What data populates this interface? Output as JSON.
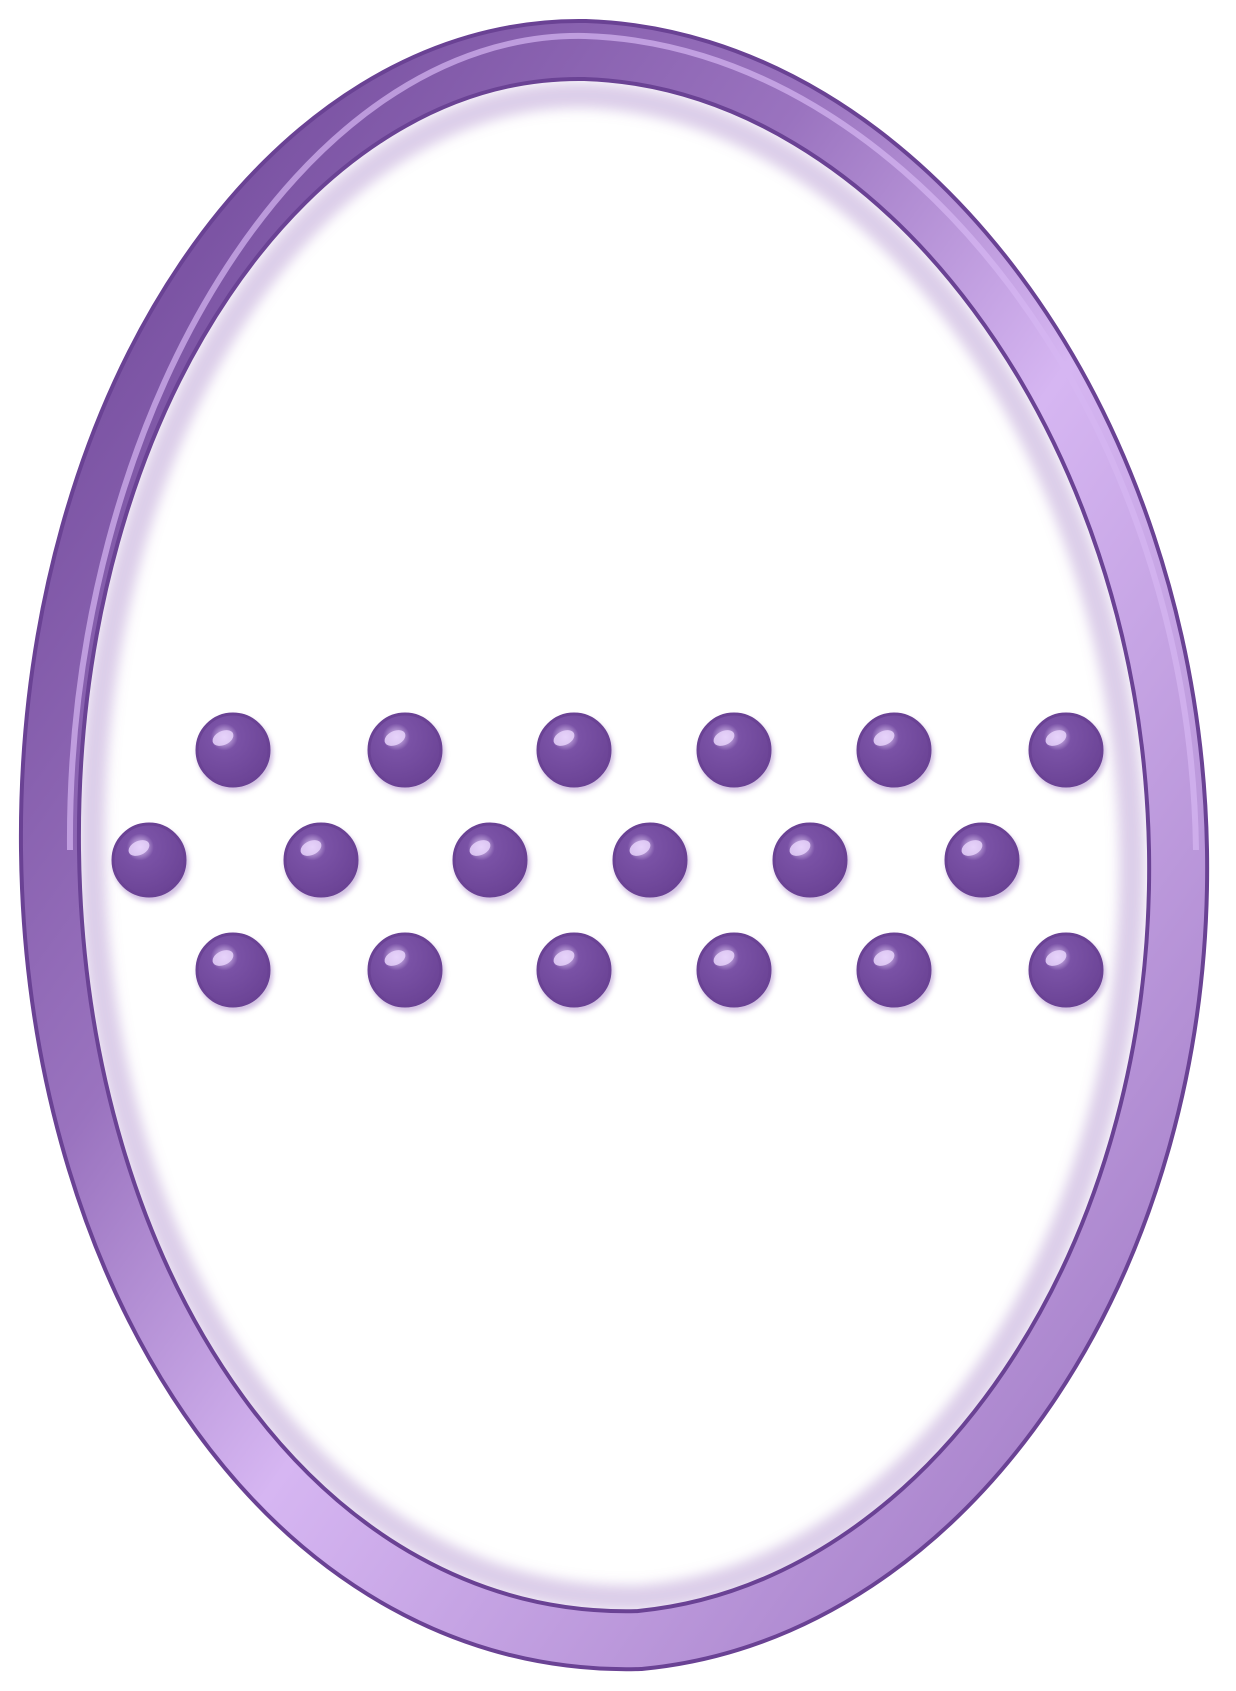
{
  "artwork": {
    "subject": "egg-frame",
    "frame_color": "#9a73bf",
    "frame_highlight": "#d6b6f2",
    "frame_shadow": "#6a4294",
    "bead_color": "#7a52a6",
    "bead_highlight": "#e6d2fa",
    "background": "#ffffff",
    "bead_rows": [
      {
        "row": "top",
        "count": 6
      },
      {
        "row": "middle",
        "count": 6
      },
      {
        "row": "bottom",
        "count": 6
      }
    ]
  }
}
